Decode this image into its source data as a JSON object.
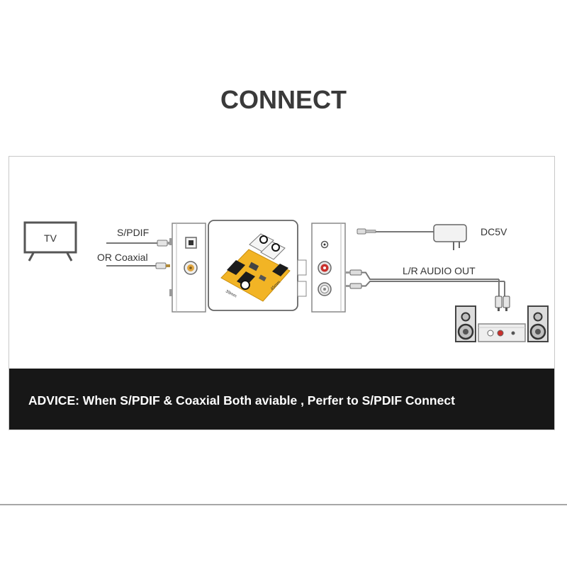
{
  "header": {
    "title": "CONNECT"
  },
  "diagram": {
    "tv_label": "TV",
    "spdif_label": "S/PDIF",
    "coaxial_label": "OR Coaxial",
    "power_label": "DC5V",
    "audio_out_label": "L/R AUDIO OUT",
    "pcb_width_label": "39mm",
    "pcb_length_label": "45mm"
  },
  "advice": {
    "text": "ADVICE: When S/PDIF & Coaxial Both aviable , Perfer to S/PDIF Connect"
  },
  "colors": {
    "title": "#3a3a3a",
    "advice_band": "#171717",
    "pcb": "#f2b425",
    "rca_red": "#c9302c"
  }
}
